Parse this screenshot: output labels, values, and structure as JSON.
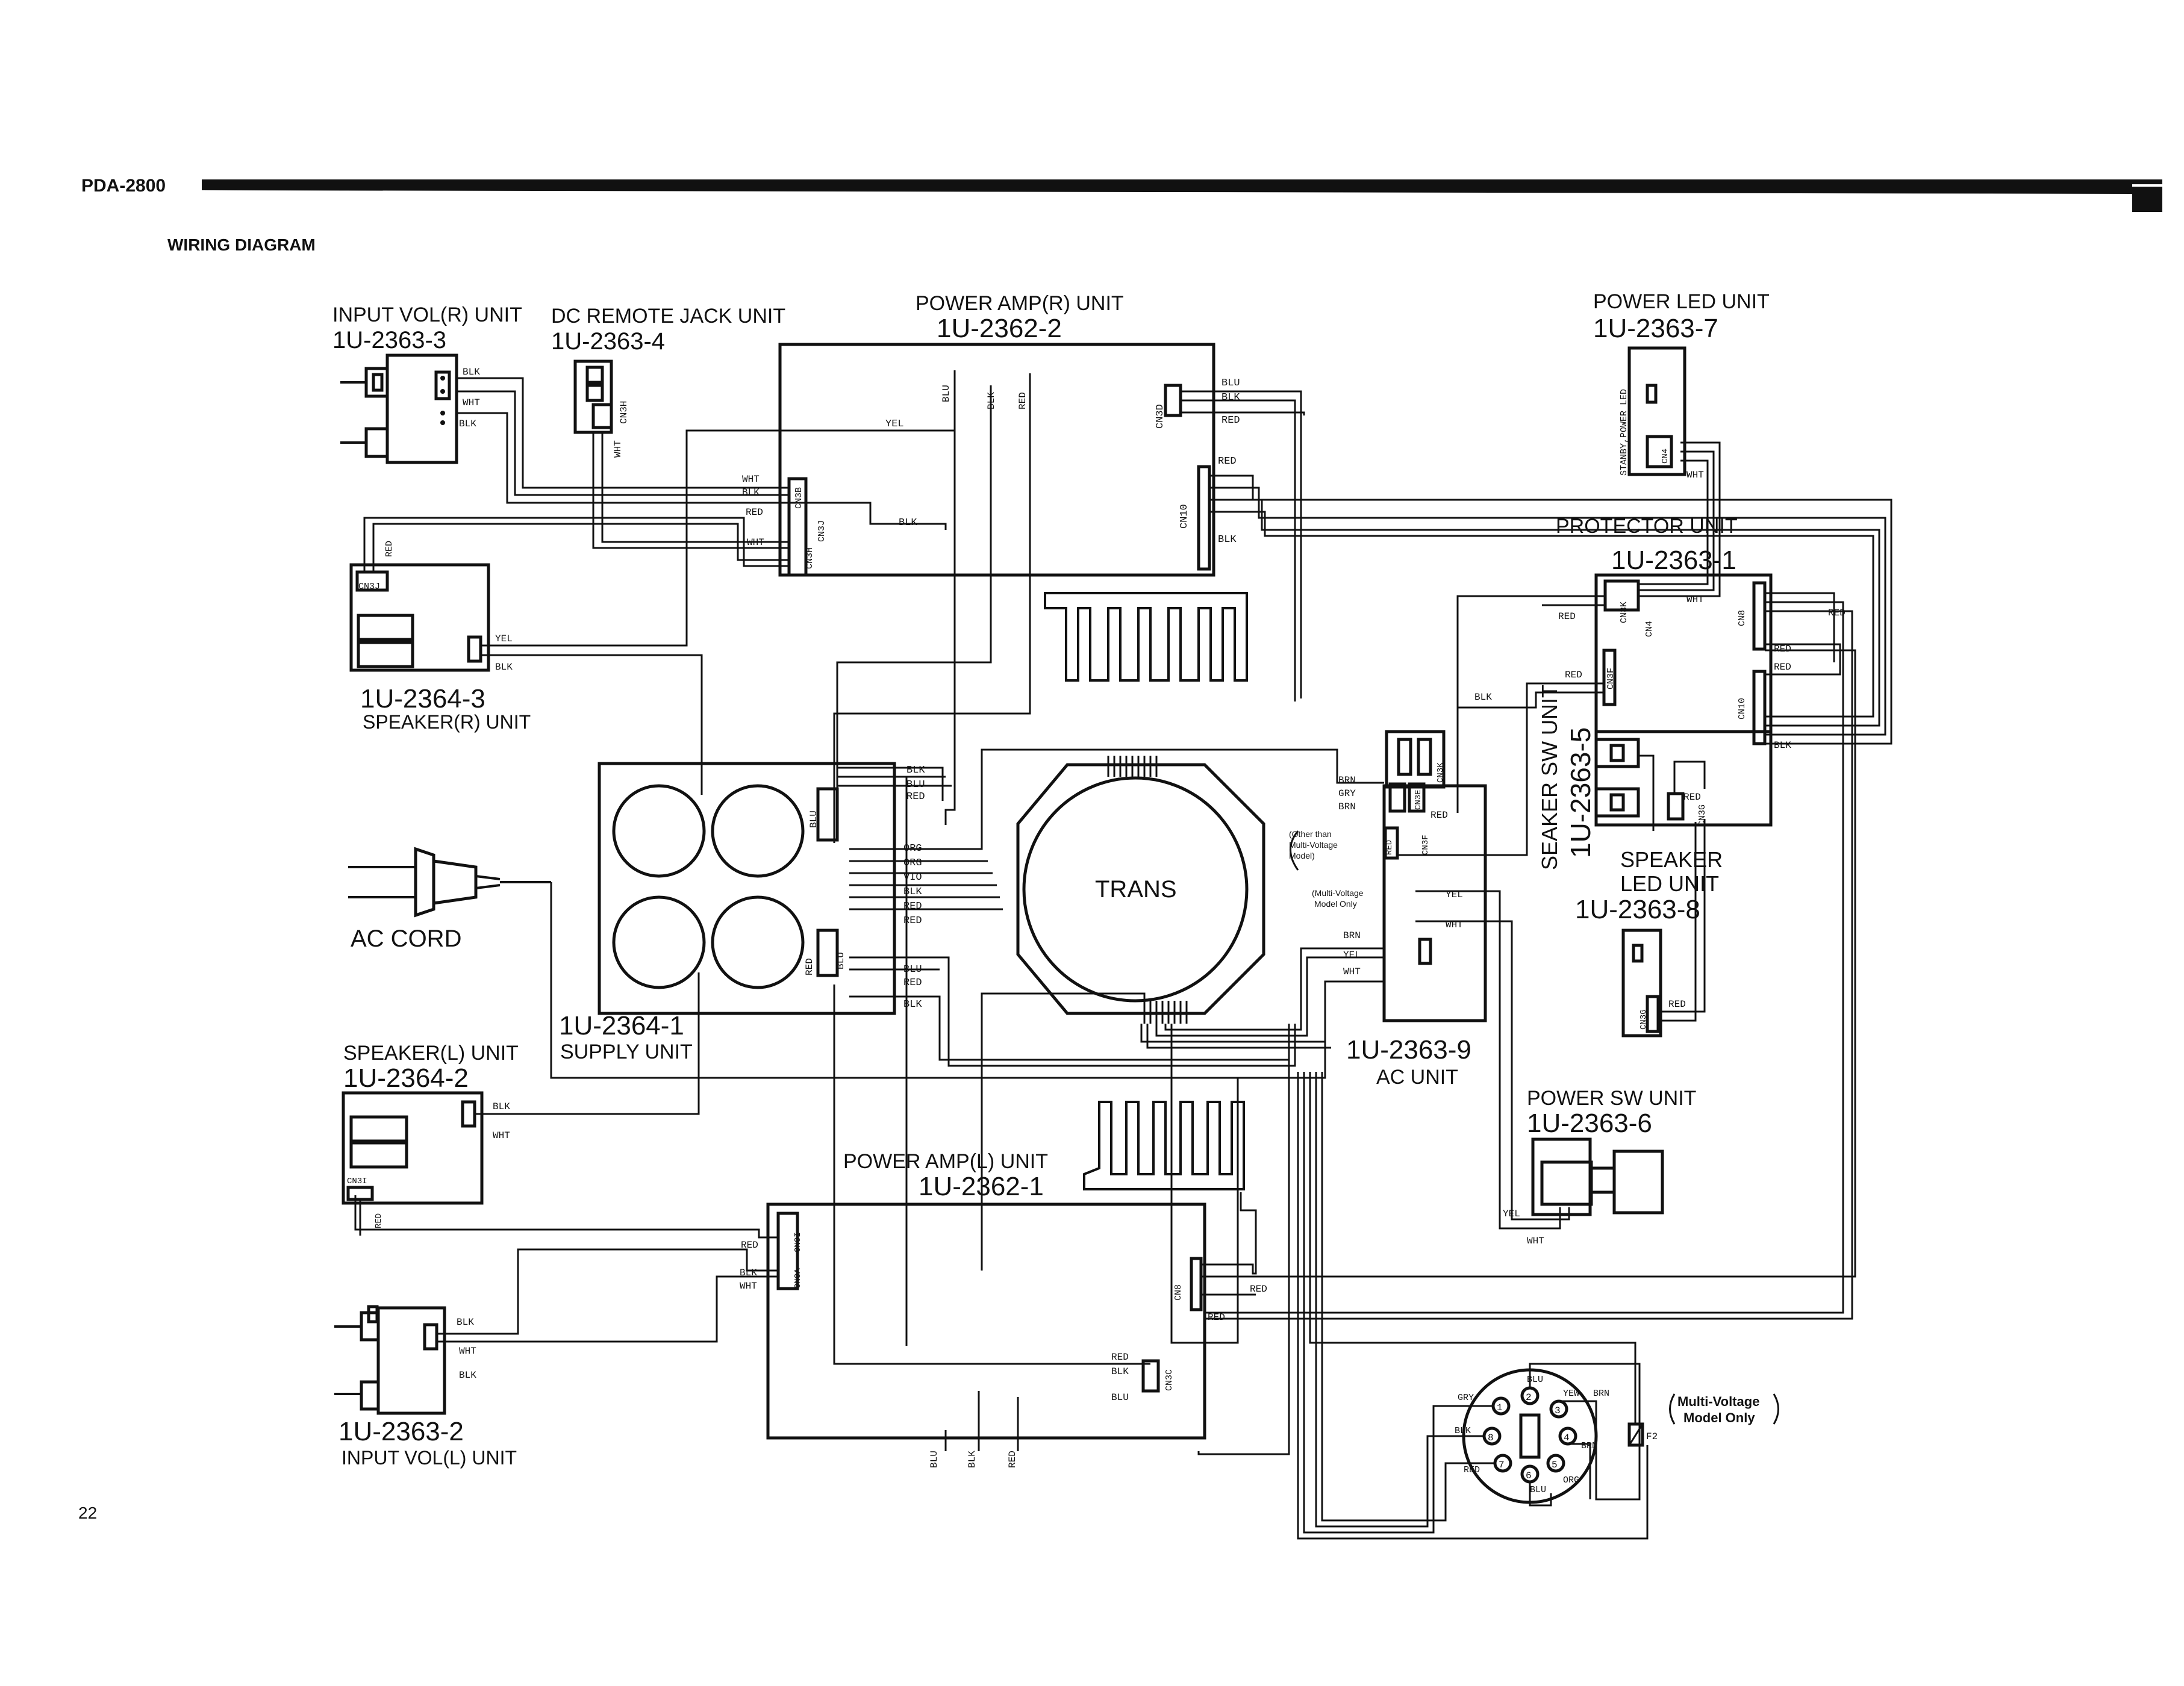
{
  "header": {
    "model": "PDA-2800",
    "section_title": "WIRING DIAGRAM",
    "page_number": "22"
  },
  "units": {
    "input_vol_r": {
      "name": "INPUT VOL(R) UNIT",
      "part": "1U-2363-3"
    },
    "dc_remote": {
      "name": "DC REMOTE JACK UNIT",
      "part": "1U-2363-4"
    },
    "power_amp_r": {
      "name": "POWER AMP(R) UNIT",
      "part": "1U-2362-2"
    },
    "power_led": {
      "name": "POWER LED UNIT",
      "part": "1U-2363-7",
      "inner": "STANBY,POWER LED"
    },
    "protector": {
      "name": "PROTECTOR UNIT",
      "part": "1U-2363-1"
    },
    "speaker_r": {
      "name": "SPEAKER(R) UNIT",
      "part": "1U-2364-3"
    },
    "seaker_sw": {
      "name": "SEAKER SW UNIT",
      "part": "1U-2363-5"
    },
    "speaker_led": {
      "name_line1": "SPEAKER",
      "name_line2": "LED UNIT",
      "part": "1U-2363-8"
    },
    "supply": {
      "name": "SUPPLY UNIT",
      "part": "1U-2364-1"
    },
    "ac_cord": {
      "name": "AC CORD"
    },
    "trans": {
      "name": "TRANS"
    },
    "ac_unit": {
      "name": "AC UNIT",
      "part": "1U-2363-9"
    },
    "speaker_l": {
      "name": "SPEAKER(L) UNIT",
      "part": "1U-2364-2"
    },
    "power_sw": {
      "name": "POWER SW UNIT",
      "part": "1U-2363-6"
    },
    "power_amp_l": {
      "name": "POWER AMP(L) UNIT",
      "part": "1U-2362-1"
    },
    "input_vol_l": {
      "name": "INPUT VOL(L) UNIT",
      "part": "1U-2363-2"
    }
  },
  "notes": {
    "other_than": [
      "(Other than",
      "Multi-Voltage",
      "Model)"
    ],
    "multi_only": [
      "(Multi-Voltage",
      "Model Only"
    ],
    "multi_only_right": [
      "Multi-Voltage",
      "Model Only"
    ],
    "f2": "F2"
  },
  "connectors": {
    "cn3d": "CN3D",
    "cn10": "CN10",
    "cn3b": "CN3B",
    "cn3h": "CN3H",
    "cn3j": "CN3J",
    "cn3j_spk": "CN3J",
    "cn3h_dc": "CN3H",
    "cn4": "CN4",
    "cn3k": "CN3K",
    "cn8": "CN8",
    "cn3f": "CN3F",
    "cn10_prot": "CN10",
    "cn3e": "CN3E",
    "cn3f_ac": "CN3F",
    "cn3k_ac": "CN3K",
    "cn3g": "CN3G",
    "cn3g_led": "CN3G",
    "cn4_led": "CN4",
    "cn3i_spk": "CN3I",
    "cn3i": "CN3I",
    "cn3a": "CN3A",
    "cn8_l": "CN8",
    "cn3c": "CN3C"
  },
  "wires": {
    "blk": "BLK",
    "wht": "WHT",
    "red": "RED",
    "yel": "YEL",
    "blu": "BLU",
    "org": "ORG",
    "vio": "VIO",
    "brn": "BRN",
    "gry": "GRY",
    "yew": "YEW"
  },
  "selector_positions": [
    "1",
    "2",
    "3",
    "4",
    "5",
    "6",
    "7",
    "8"
  ]
}
